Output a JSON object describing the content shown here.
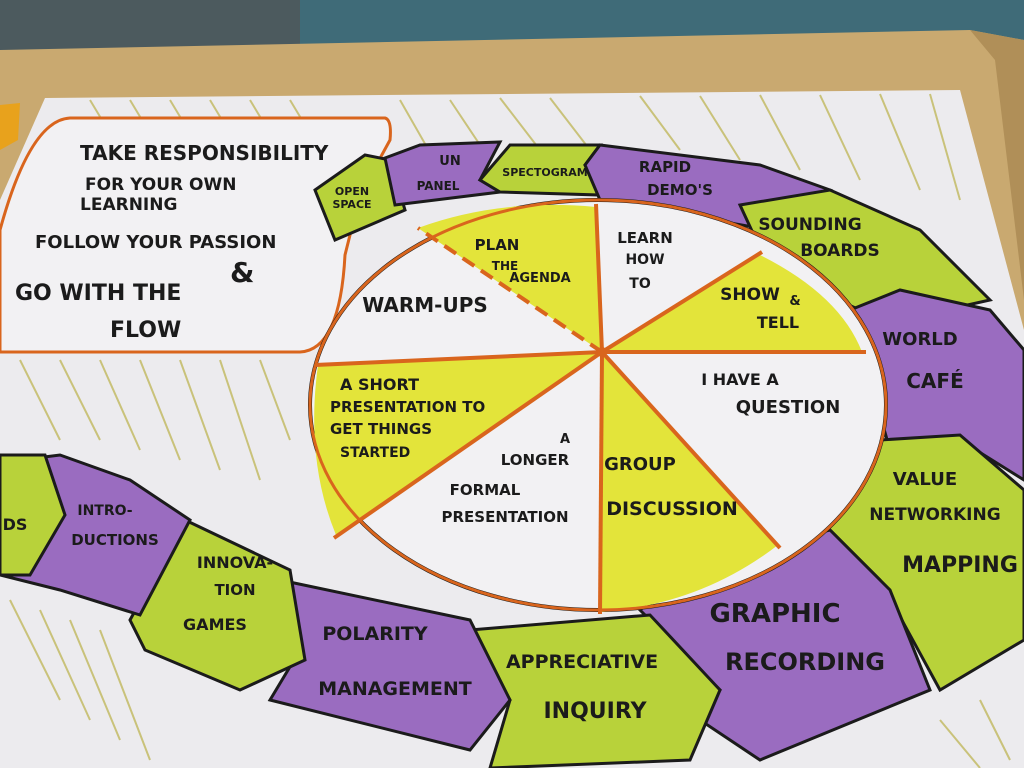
{
  "colors": {
    "wall": "#3f6b78",
    "table": "#c9a970",
    "paper": "#ecebee",
    "yellow": "#e3e43a",
    "lime": "#b8d23a",
    "purple": "#9a6cc0",
    "orange": "#d9651d",
    "ink": "#1b1b1b"
  },
  "callout": {
    "line1": "TAKE RESPONSIBILITY",
    "line2": "FOR YOUR OWN",
    "line3": "LEARNING",
    "line4": "FOLLOW YOUR PASSION",
    "line5": "&",
    "line6": "GO WITH THE",
    "line7": "FLOW"
  },
  "wheel": {
    "plan": "PLAN",
    "the": "THE",
    "agenda": "AGENDA",
    "learn": "LEARN",
    "how": "HOW",
    "to": "TO",
    "show": "SHOW",
    "amp": "&",
    "tell": "TELL",
    "i_have": "I HAVE A",
    "question": "QUESTION",
    "group": "GROUP",
    "discussion": "DISCUSSION",
    "a": "A",
    "longer": "LONGER",
    "formal": "FORMAL",
    "presentation": "PRESENTATION",
    "short1": "A SHORT",
    "short2": "PRESENTATION TO",
    "short3": "GET THINGS",
    "short4": "STARTED",
    "warmups": "WARM-UPS"
  },
  "arrows": {
    "open": "OPEN",
    "space": "SPACE",
    "un": "UN",
    "panel": "PANEL",
    "spectogram": "SPECTOGRAM",
    "rapid": "RAPID",
    "demos": "DEMO'S",
    "sounding": "SOUNDING",
    "boards": "BOARDS",
    "world": "WORLD",
    "cafe": "CAFÉ",
    "value": "VALUE",
    "networking": "NETWORKING",
    "mapping": "MAPPING",
    "graphic": "GRAPHIC",
    "recording": "RECORDING",
    "appreciative": "APPRECIATIVE",
    "inquiry": "INQUIRY",
    "polarity": "POLARITY",
    "management": "MANAGEMENT",
    "innova": "INNOVA-",
    "tion": "TION",
    "games": "GAMES",
    "intro": "INTRO-",
    "ductions": "DUCTIONS",
    "ds": "DS"
  }
}
